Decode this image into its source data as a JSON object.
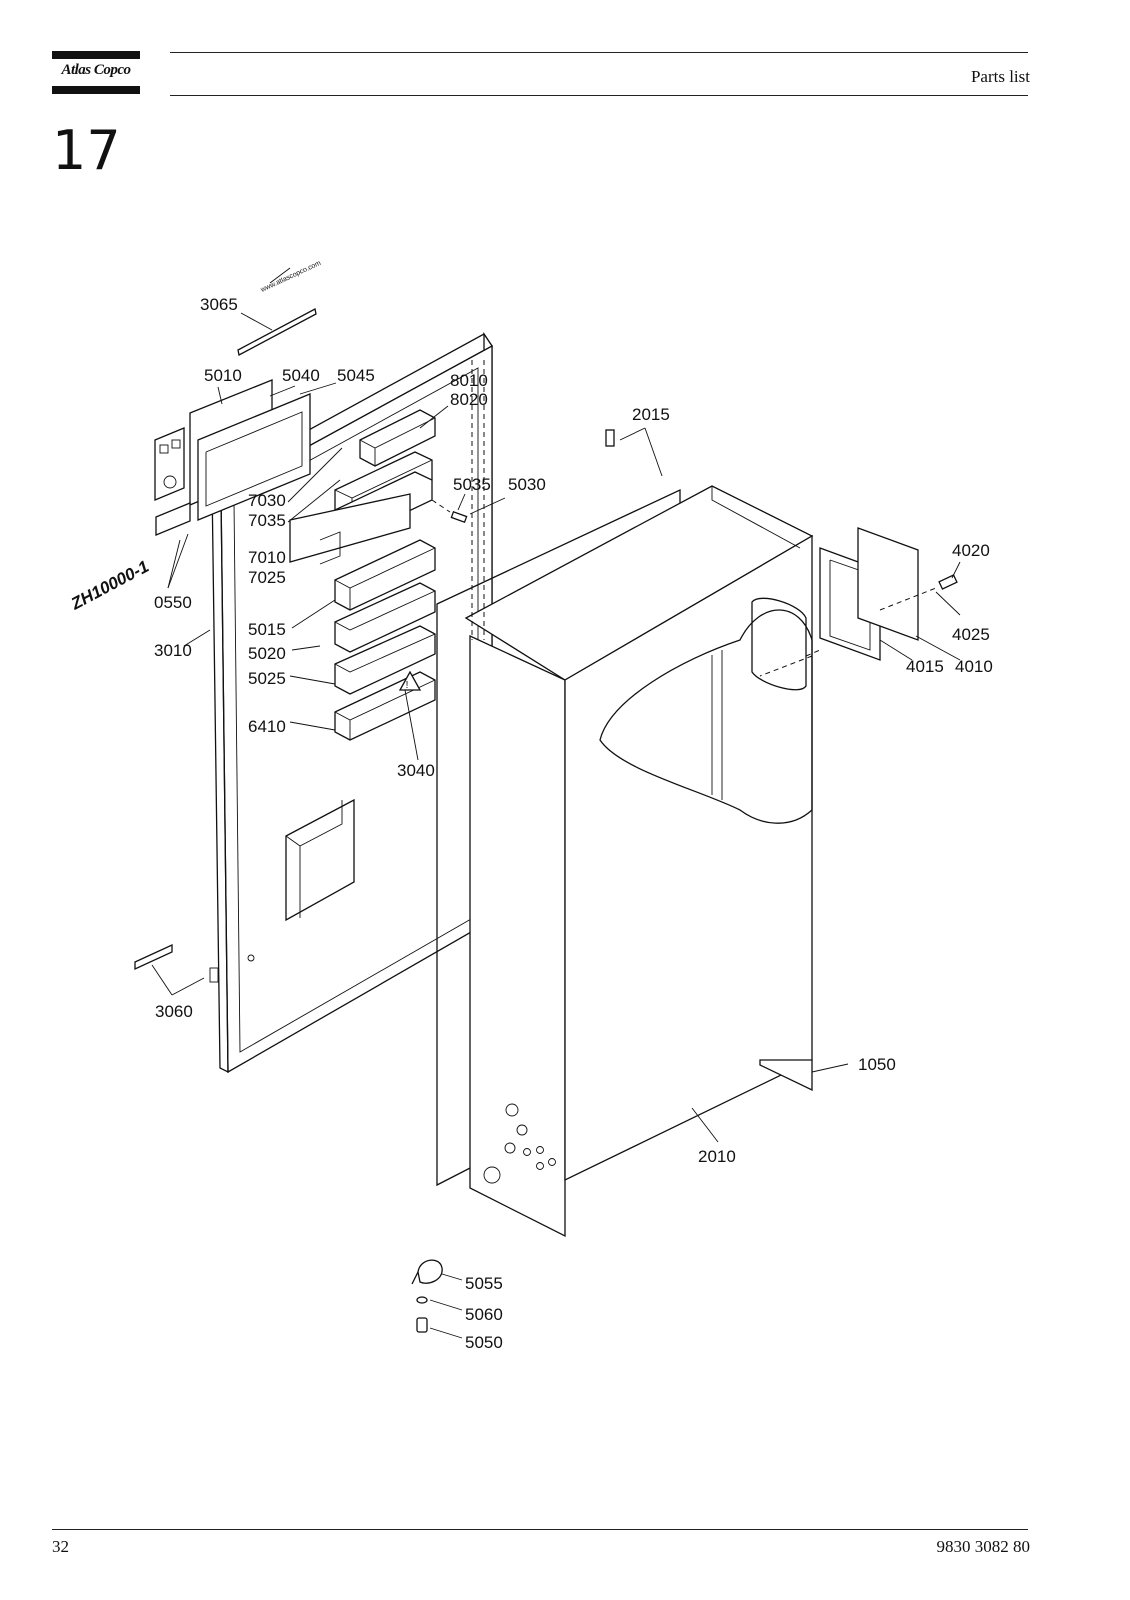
{
  "header": {
    "brand": "Atlas Copco",
    "title": "Parts list"
  },
  "section_number": "17",
  "drawing": {
    "model_label": "ZH10000-1",
    "url_text": "www.atlascopco.com",
    "callouts": [
      "3065",
      "5010",
      "5040",
      "5045",
      "8010",
      "8020",
      "2015",
      "7030",
      "7035",
      "5035",
      "5030",
      "4020",
      "7010",
      "7025",
      "0550",
      "3010",
      "5015",
      "5020",
      "4025",
      "4015",
      "4010",
      "5025",
      "6410",
      "3040",
      "3060",
      "1050",
      "2010",
      "5055",
      "5060",
      "5050"
    ]
  },
  "footer": {
    "page": "32",
    "doc_number": "9830 3082 80"
  }
}
